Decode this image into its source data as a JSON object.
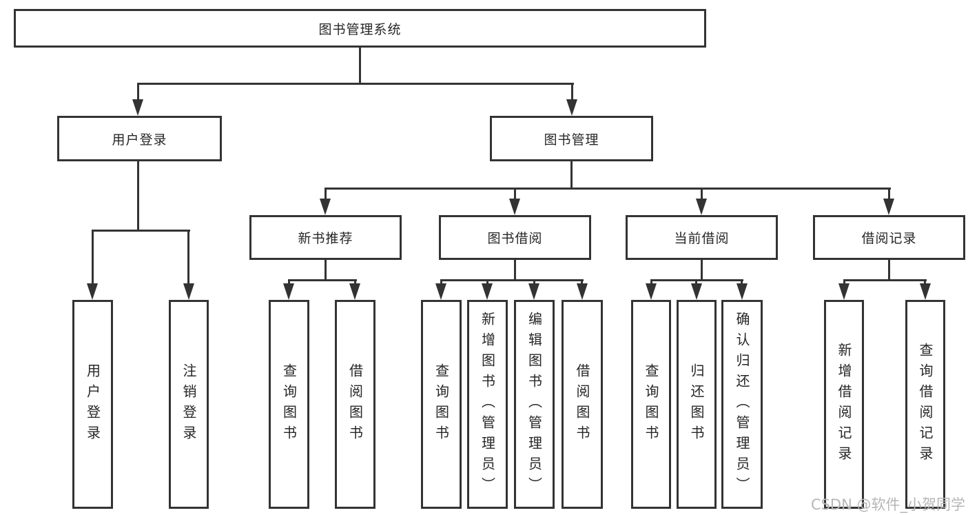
{
  "diagram": {
    "root": {
      "label": "图书管理系统",
      "children": [
        {
          "label": "用户登录",
          "children": [
            {
              "label": "用户登录"
            },
            {
              "label": "注销登录"
            }
          ]
        },
        {
          "label": "图书管理",
          "children": [
            {
              "label": "新书推荐",
              "children": [
                {
                  "label": "查询图书"
                },
                {
                  "label": "借阅图书"
                }
              ]
            },
            {
              "label": "图书借阅",
              "children": [
                {
                  "label": "查询图书"
                },
                {
                  "label": "新增图书（管理员）"
                },
                {
                  "label": "编辑图书（管理员）"
                },
                {
                  "label": "借阅图书"
                }
              ]
            },
            {
              "label": "当前借阅",
              "children": [
                {
                  "label": "查询图书"
                },
                {
                  "label": "归还图书"
                },
                {
                  "label": "确认归还（管理员）"
                }
              ]
            },
            {
              "label": "借阅记录",
              "children": [
                {
                  "label": "新增借阅记录"
                },
                {
                  "label": "查询借阅记录"
                }
              ]
            }
          ]
        }
      ]
    }
  },
  "watermark": {
    "text": "CSDN @软件_小贺同学"
  },
  "colors": {
    "line": "#333333",
    "box_fill": "#ffffff",
    "text": "#262626",
    "watermark": "#b6b6b6"
  }
}
